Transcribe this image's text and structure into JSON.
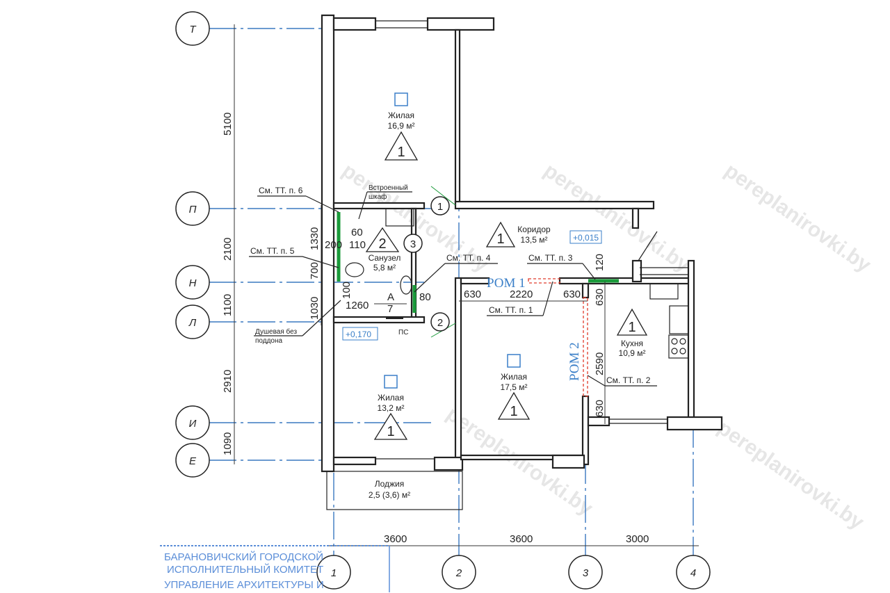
{
  "axes": {
    "rows": [
      "Т",
      "П",
      "Н",
      "Л",
      "И",
      "Е"
    ],
    "columns": [
      "1",
      "2",
      "3",
      "4"
    ]
  },
  "dimensions": {
    "left_outer": [
      "5100",
      "2100",
      "1100",
      "2910",
      "1090"
    ],
    "left_inner": [
      "1330",
      "700",
      "1030"
    ],
    "bottom": [
      "3600",
      "3600",
      "3000"
    ],
    "bathroom": [
      "60",
      "200",
      "110",
      "100",
      "1260",
      "80"
    ],
    "openings": [
      "630",
      "2220",
      "630",
      "120",
      "630",
      "2590",
      "630"
    ]
  },
  "rooms": [
    {
      "name": "Жилая",
      "area": "16,9 м²",
      "mark": "1"
    },
    {
      "name": "Коридор",
      "area": "13,5 м²",
      "mark": "1"
    },
    {
      "name": "Санузел",
      "area": "5,8 м²",
      "mark": "2"
    },
    {
      "name": "Жилая",
      "area": "13,2 м²",
      "mark": "1"
    },
    {
      "name": "Жилая",
      "area": "17,5 м²",
      "mark": "1"
    },
    {
      "name": "Кухня",
      "area": "10,9 м²",
      "mark": "1"
    },
    {
      "name": "Лоджия",
      "area": "2,5 (3,6) м²"
    }
  ],
  "notes": {
    "tt6": "См. ТТ. п. 6",
    "tt5": "См. ТТ. п. 5",
    "tt4": "См. ТТ. п. 4",
    "tt3": "См. ТТ. п. 3",
    "tt1": "См. ТТ. п. 1",
    "tt2": "См. ТТ. п. 2",
    "closet_1": "Встроенный",
    "closet_2": "шкаф",
    "shower_1": "Душевая без",
    "shower_2": "поддона",
    "ps": "ПС",
    "section_a": "А",
    "section_7": "7"
  },
  "door_marks": [
    "1",
    "2",
    "3"
  ],
  "levels": [
    "+0,015",
    "+0,170"
  ],
  "openings_labels": [
    "РОМ 1",
    "РОМ 2"
  ],
  "stamp": {
    "line1": "БАРАНОВИЧСКИЙ ГОРОДСКОЙ",
    "line2": "ИСПОЛНИТЕЛЬНЫЙ КОМИТЕТ",
    "line3": "УПРАВЛЕНИЕ АРХИТЕКТУРЫ И"
  },
  "watermark": "pereplanirovki.by",
  "colors": {
    "axis": "#3a78c0",
    "green": "#1a9a3a",
    "red": "#e03a2a",
    "stamp": "#5b8ed8"
  }
}
